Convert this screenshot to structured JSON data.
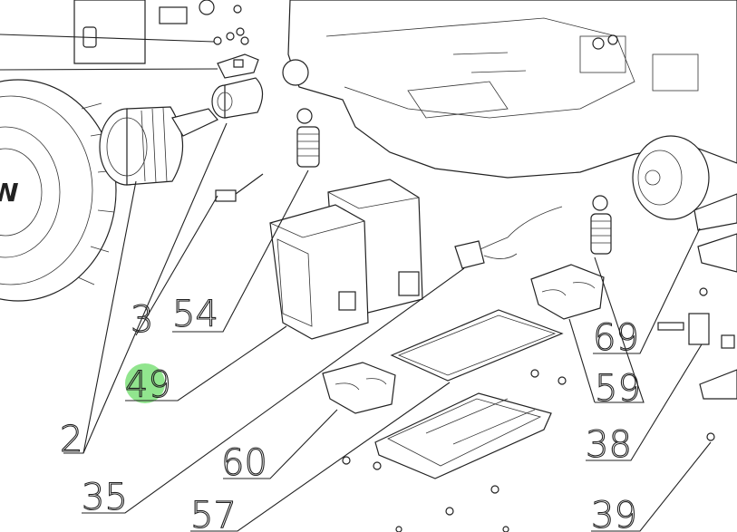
{
  "diagram": {
    "callouts": [
      {
        "id": "3",
        "label": "3"
      },
      {
        "id": "54",
        "label": "54"
      },
      {
        "id": "49",
        "label": "49",
        "highlighted": true
      },
      {
        "id": "2",
        "label": "2"
      },
      {
        "id": "35",
        "label": "35"
      },
      {
        "id": "60",
        "label": "60"
      },
      {
        "id": "57",
        "label": "57"
      },
      {
        "id": "69",
        "label": "69"
      },
      {
        "id": "59",
        "label": "59"
      },
      {
        "id": "38",
        "label": "38"
      },
      {
        "id": "39",
        "label": "39"
      }
    ],
    "highlight_color": "#7ee07a",
    "line_color": "#222222"
  }
}
